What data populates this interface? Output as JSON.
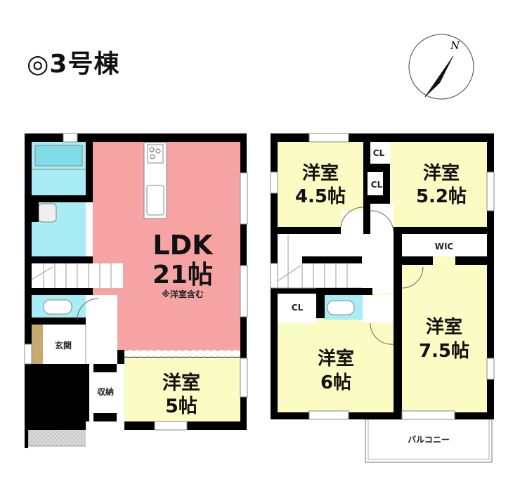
{
  "title": "◎3号棟",
  "compass": {
    "label": "N"
  },
  "floor1": {
    "ldk": {
      "name": "LDK",
      "size": "21帖",
      "note": "※洋室含む"
    },
    "western": {
      "name": "洋室",
      "size": "5帖"
    },
    "entrance": "玄関",
    "storage": "収納"
  },
  "floor2": {
    "room_a": {
      "name": "洋室",
      "size": "4.5帖"
    },
    "room_b": {
      "name": "洋室",
      "size": "5.2帖"
    },
    "room_c": {
      "name": "洋室",
      "size": "6帖"
    },
    "room_d": {
      "name": "洋室",
      "size": "7.5帖"
    },
    "closet1": "CL",
    "closet2": "CL",
    "closet3": "CL",
    "wic": "WIC",
    "balcony": "バルコニー"
  },
  "colors": {
    "ldk": "#f5a3a3",
    "western": "#fbfbc4",
    "water": "#a8ecf5",
    "wall": "#000000",
    "porch": "#d9d9d9"
  }
}
